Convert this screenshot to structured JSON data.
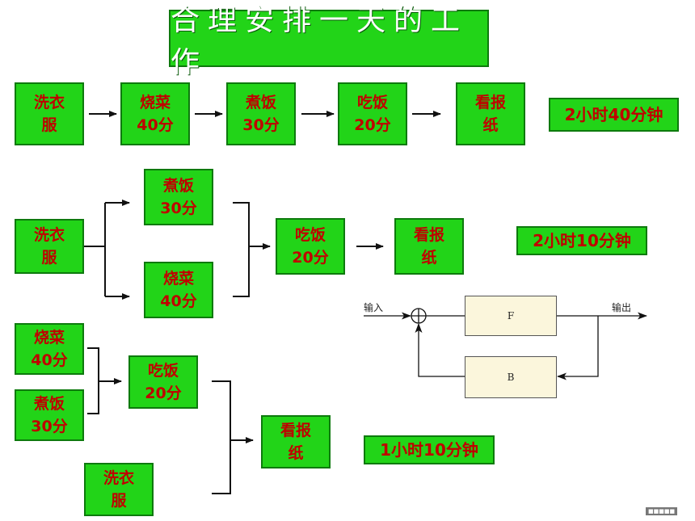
{
  "title": "合理安排一天的工作",
  "row1": {
    "tasks": [
      "洗衣\n服",
      "烧菜\n40分",
      "煮饭\n30分",
      "吃饭\n20分",
      "看报\n纸"
    ],
    "total": "2小时40分钟"
  },
  "row2": {
    "wash": "洗衣\n服",
    "cook_rice": "煮饭\n30分",
    "cook_dish": "烧菜\n40分",
    "eat": "吃饭\n20分",
    "read": "看报\n纸",
    "total": "2小时10分钟"
  },
  "row3": {
    "cook_dish": "烧菜\n40分",
    "cook_rice": "煮饭\n30分",
    "eat": "吃饭\n20分",
    "read": "看报\n纸",
    "wash": "洗衣\n服",
    "total": "1小时10分钟"
  },
  "feedback": {
    "input_label": "输入",
    "output_label": "输出",
    "forward_block": "F",
    "feedback_block": "B"
  },
  "colors": {
    "box_fill": "#22d418",
    "box_text": "#c00000",
    "title_text": "#ffffff"
  }
}
